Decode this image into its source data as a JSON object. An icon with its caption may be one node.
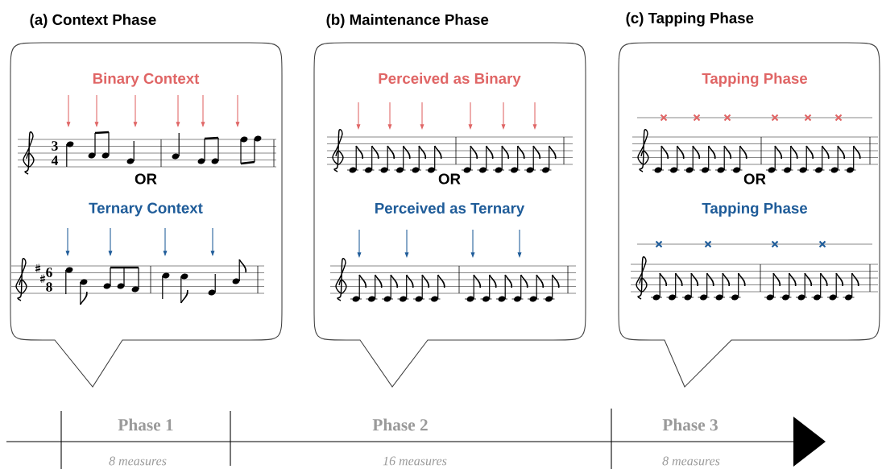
{
  "diagram": {
    "nodes": [
      {
        "text": [
          "(a) Context Phase",
          "Binary Context",
          "OR",
          "Ternary Context"
        ]
      },
      {
        "text": [
          "(b) Maintenance Phase",
          "Perceived as Binary",
          "OR",
          "Perceived as Ternary"
        ]
      },
      {
        "text": [
          "(c) Tapping Phase",
          "Tapping Phase",
          "OR",
          "Tapping Phase"
        ]
      }
    ],
    "labels": [
      "3",
      "4",
      "6",
      "8",
      "Phase 1",
      "8 measures",
      "Phase 2",
      "16 measures",
      "Phase 3",
      "8 measures"
    ]
  }
}
